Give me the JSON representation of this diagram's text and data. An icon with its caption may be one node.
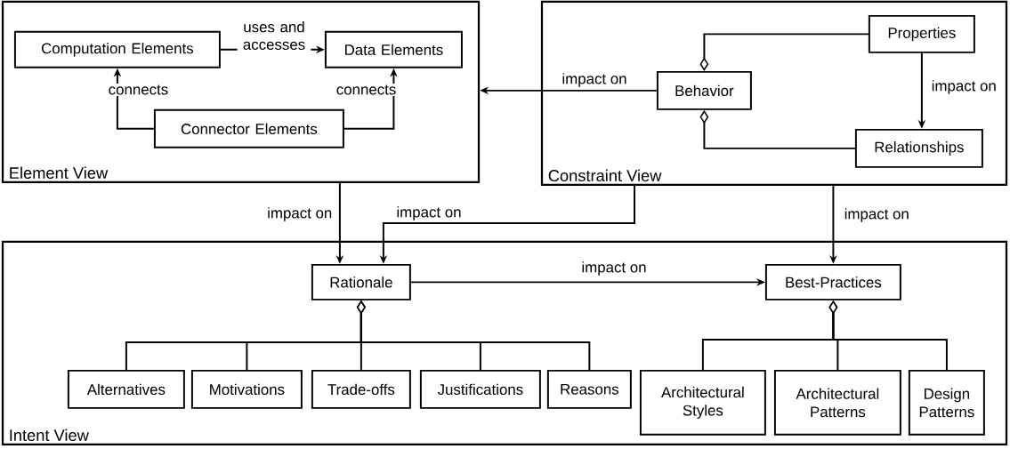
{
  "diagram": {
    "nodes": [
      {
        "text": [
          "Element View"
        ]
      },
      {
        "text": [
          "Computation Elements"
        ],
        "in": 0
      },
      {
        "text": [
          "Data Elements"
        ],
        "in": 0
      },
      {
        "text": [
          "Connector Elements"
        ],
        "in": 0
      },
      {
        "text": [
          "Constraint View"
        ]
      },
      {
        "text": [
          "Behavior"
        ],
        "in": 4
      },
      {
        "text": [
          "Properties"
        ],
        "in": 4
      },
      {
        "text": [
          "Relationships"
        ],
        "in": 4
      },
      {
        "text": [
          "Intent View"
        ]
      },
      {
        "text": [
          "Rationale"
        ],
        "in": 8
      },
      {
        "text": [
          "Best-Practices"
        ],
        "in": 8
      },
      {
        "text": [
          "Alternatives"
        ],
        "in": 8
      },
      {
        "text": [
          "Motivations"
        ],
        "in": 8
      },
      {
        "text": [
          "Trade-offs"
        ],
        "in": 8
      },
      {
        "text": [
          "Justifications"
        ],
        "in": 8
      },
      {
        "text": [
          "Reasons"
        ],
        "in": 8
      },
      {
        "text": [
          "Architectural Styles"
        ],
        "in": 8
      },
      {
        "text": [
          "Architectural Patterns"
        ],
        "in": 8
      },
      {
        "text": [
          "Design Patterns"
        ],
        "in": 8
      }
    ],
    "edges": [
      {
        "from": 1,
        "to": 2,
        "arrow": "to",
        "label": "uses and accesses"
      },
      {
        "from": 3,
        "to": 1,
        "arrow": "to",
        "label": "connects"
      },
      {
        "from": 3,
        "to": 2,
        "arrow": "to",
        "label": "connects"
      },
      {
        "from": 5,
        "to": 0,
        "arrow": "to",
        "label": "impact on"
      },
      {
        "from": 6,
        "to": 5,
        "arrow": "other"
      },
      {
        "from": 7,
        "to": 5,
        "arrow": "other"
      },
      {
        "from": 6,
        "to": 7,
        "arrow": "to",
        "label": "impact on"
      },
      {
        "from": 0,
        "to": 9,
        "arrow": "to",
        "label": "impact on"
      },
      {
        "from": 4,
        "to": 9,
        "arrow": "to",
        "label": "impact on"
      },
      {
        "from": 4,
        "to": 10,
        "arrow": "to",
        "label": "impact on"
      },
      {
        "from": 9,
        "to": 10,
        "arrow": "to",
        "label": "impact on"
      },
      {
        "from": 11,
        "to": 9,
        "arrow": "other"
      },
      {
        "from": 12,
        "to": 9,
        "arrow": "other"
      },
      {
        "from": 13,
        "to": 9,
        "arrow": "other"
      },
      {
        "from": 14,
        "to": 9,
        "arrow": "other"
      },
      {
        "from": 15,
        "to": 9,
        "arrow": "other"
      },
      {
        "from": 16,
        "to": 10,
        "arrow": "other"
      },
      {
        "from": 17,
        "to": 10,
        "arrow": "other"
      },
      {
        "from": 18,
        "to": 10,
        "arrow": "other"
      }
    ]
  }
}
